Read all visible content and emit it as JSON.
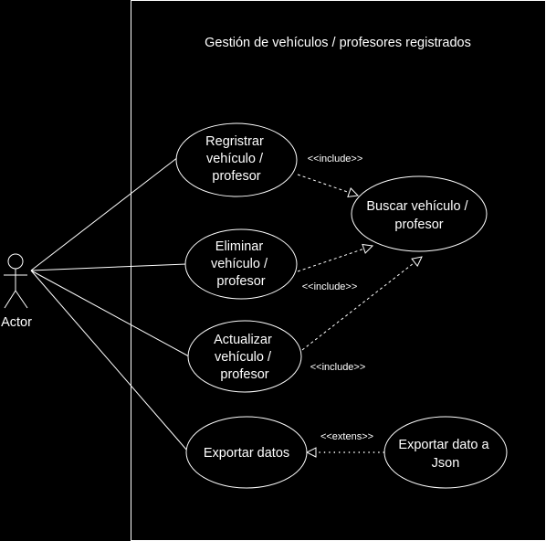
{
  "system": {
    "title": "Gestión de vehículos / profesores registrados"
  },
  "actor": {
    "label": "Actor"
  },
  "use_cases": {
    "registrar": [
      "Regristrar",
      "vehículo /",
      "profesor"
    ],
    "eliminar": [
      "Eliminar",
      "vehículo /",
      "profesor"
    ],
    "actualizar": [
      "Actualizar",
      "vehículo /",
      "profesor"
    ],
    "exportar": [
      "Exportar datos"
    ],
    "buscar": [
      "Buscar vehículo /",
      "profesor"
    ],
    "exportar_json": [
      "Exportar dato a",
      "Json"
    ]
  },
  "relations": {
    "include_1": "<<include>>",
    "include_2": "<<include>>",
    "include_3": "<<include>>",
    "extend_1": "<<extens>>"
  },
  "colors": {
    "background": "#000000",
    "stroke": "#ffffff",
    "text": "#ffffff"
  }
}
